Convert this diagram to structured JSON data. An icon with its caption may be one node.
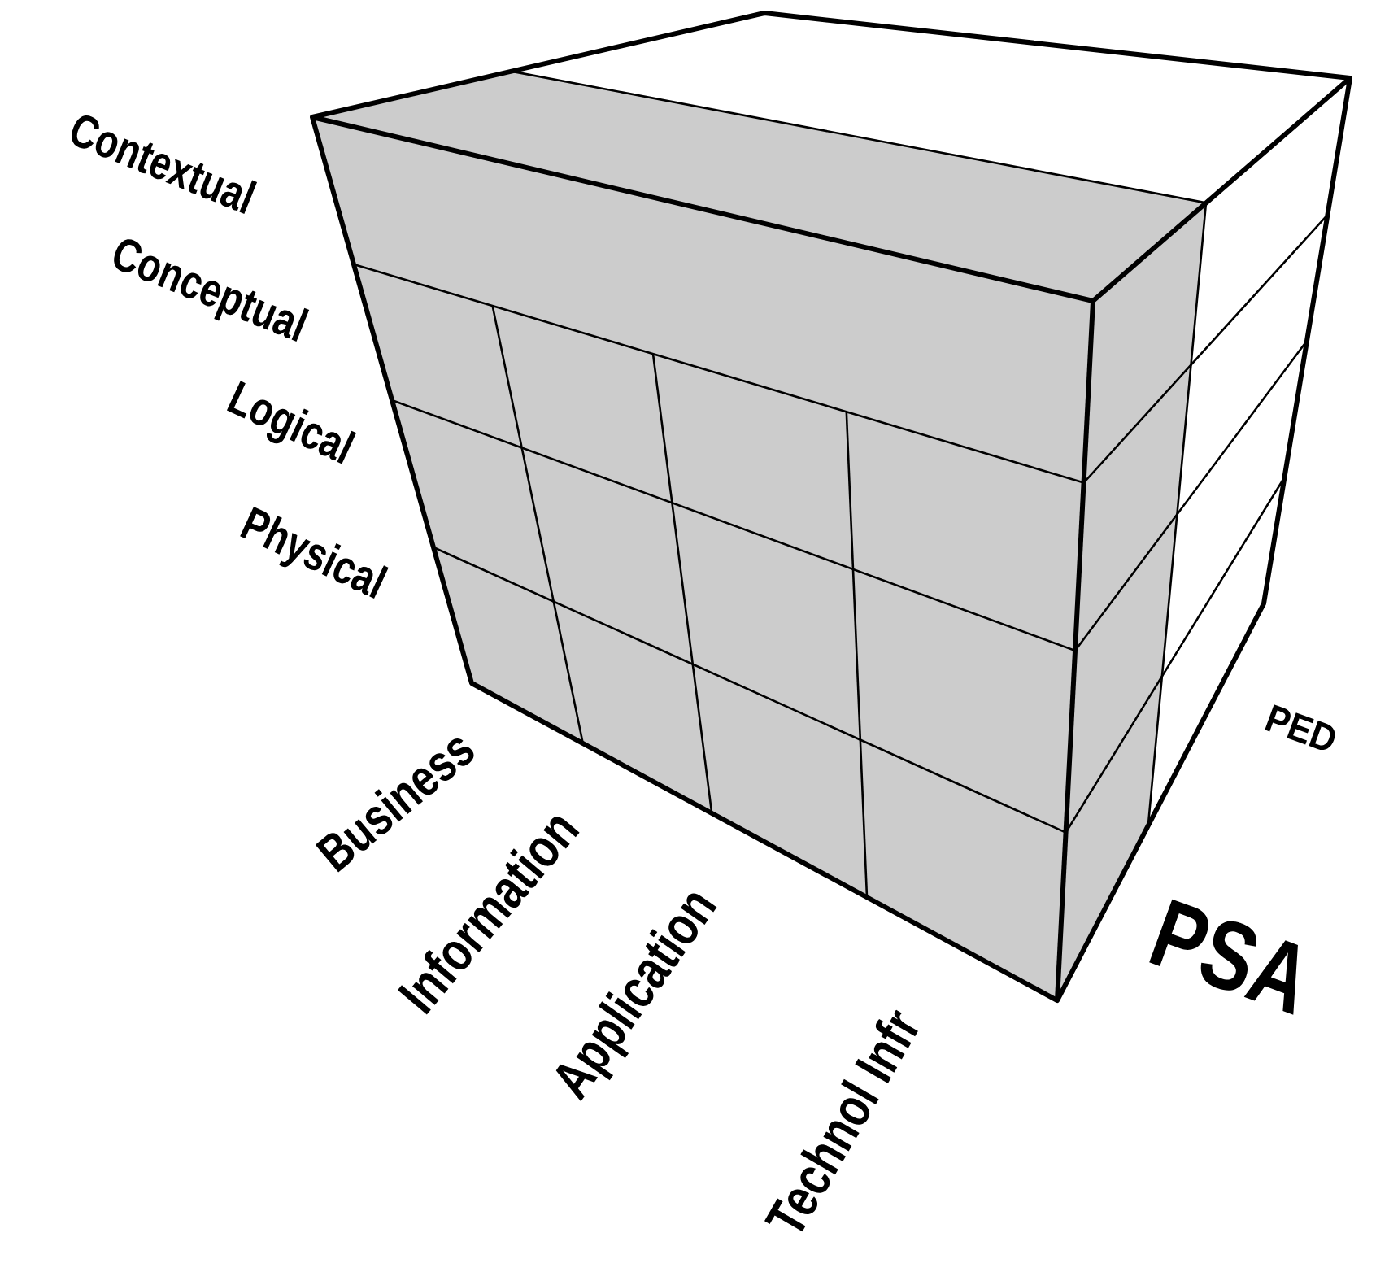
{
  "diagram": {
    "labels": [
      "Contextual",
      "Conceptual",
      "Logical",
      "Physical",
      "Business",
      "Information",
      "Application",
      "Technol Infr",
      "PED",
      "PSA"
    ]
  }
}
